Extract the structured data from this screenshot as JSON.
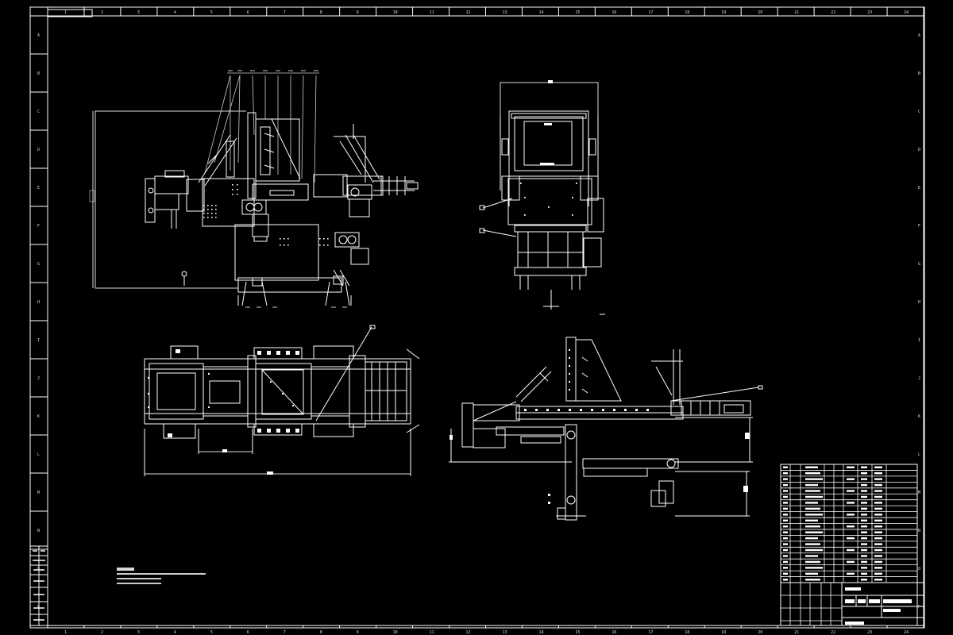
{
  "colors": {
    "background": "#000000",
    "line": "#ffffff",
    "dim_line": "#d8d8d8"
  },
  "border_zones": {
    "top": [
      "1",
      "2",
      "3",
      "4",
      "5",
      "6",
      "7",
      "8",
      "9",
      "10",
      "11",
      "12",
      "13",
      "14",
      "15",
      "16",
      "17",
      "18",
      "19",
      "20",
      "21",
      "22",
      "23",
      "24"
    ],
    "side": [
      "A",
      "B",
      "C",
      "D",
      "E",
      "F",
      "G",
      "H",
      "I",
      "J",
      "K",
      "L",
      "M",
      "N",
      "O",
      "P"
    ]
  },
  "corner_tag": "",
  "notes": {
    "heading": "",
    "lines": [
      "",
      "",
      ""
    ]
  },
  "title_block": {
    "rows": 20,
    "columns": 7
  },
  "side_table": {
    "rows": 6
  }
}
